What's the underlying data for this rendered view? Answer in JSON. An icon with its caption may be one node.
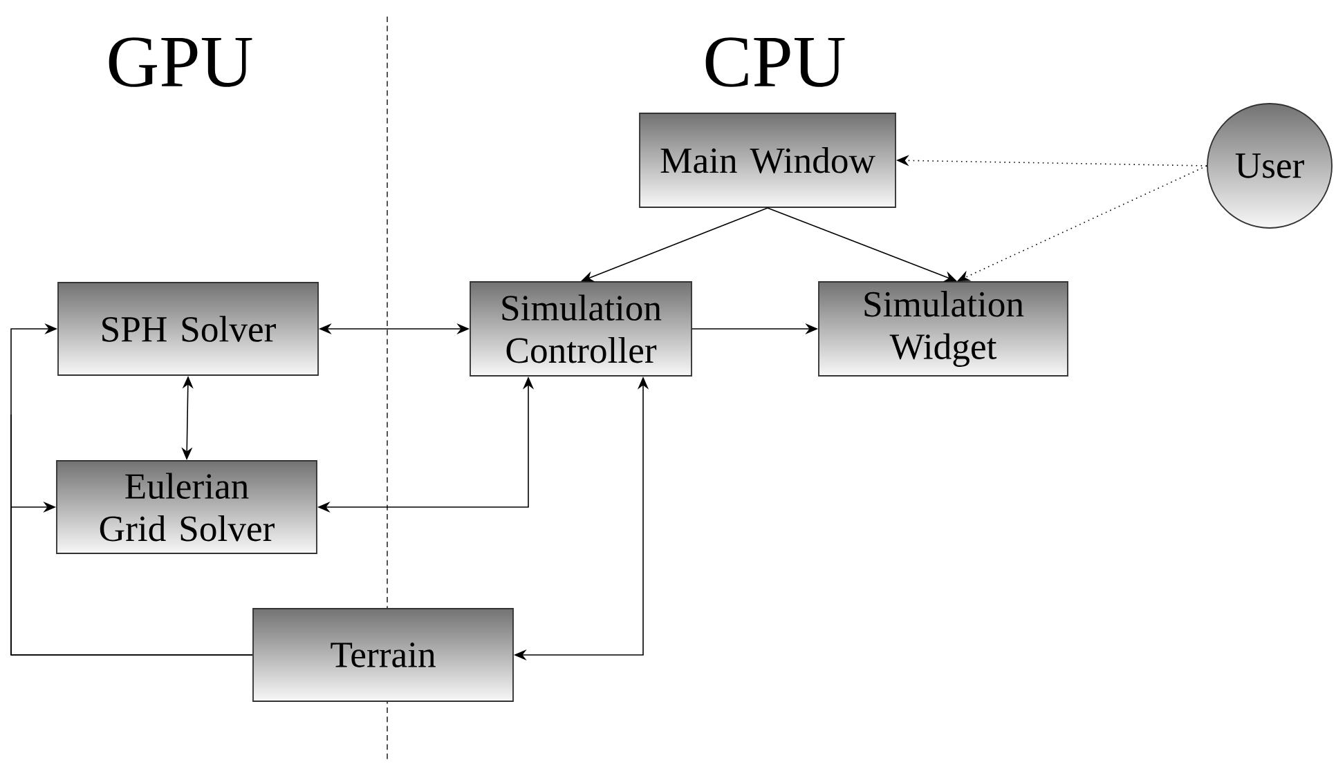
{
  "diagram": {
    "nodes": [
      {
        "text": [
          "Main Window"
        ]
      },
      {
        "text": [
          "User"
        ]
      },
      {
        "text": [
          "SPH Solver"
        ]
      },
      {
        "text": [
          "Simulation Controller"
        ]
      },
      {
        "text": [
          "Simulation Widget"
        ]
      },
      {
        "text": [
          "Eulerian Grid Solver"
        ]
      },
      {
        "text": [
          "Terrain"
        ]
      }
    ],
    "edges": [
      {
        "from": 1,
        "to": 0,
        "arrow": "to",
        "style": "dashed"
      },
      {
        "from": 1,
        "to": 4,
        "arrow": "to",
        "style": "dashed"
      },
      {
        "from": 0,
        "to": 3,
        "arrow": "to"
      },
      {
        "from": 0,
        "to": 4,
        "arrow": "to"
      },
      {
        "from": 2,
        "to": 3,
        "arrow": "both"
      },
      {
        "from": 3,
        "to": 4,
        "arrow": "to"
      },
      {
        "from": 2,
        "to": 5,
        "arrow": "both"
      },
      {
        "from": 5,
        "to": 3,
        "arrow": "both"
      },
      {
        "from": 6,
        "to": 3,
        "arrow": "both"
      },
      {
        "from": 6,
        "to": 2,
        "arrow": "to"
      },
      {
        "from": 6,
        "to": 5,
        "arrow": "to"
      }
    ],
    "labels": [
      "GPU",
      "CPU"
    ]
  }
}
